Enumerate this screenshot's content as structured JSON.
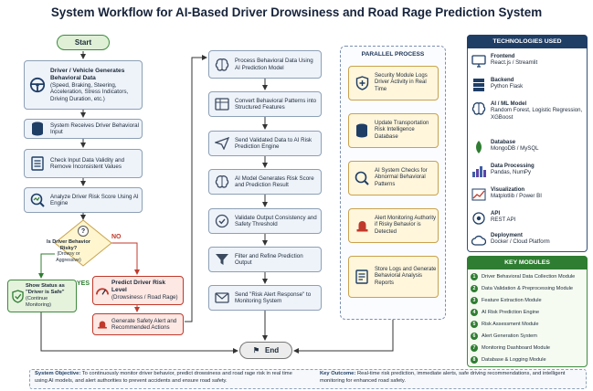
{
  "title": "System Workflow for AI-Based Driver Drowsiness and Road Rage Prediction System",
  "flow": {
    "start": "Start",
    "end": "End",
    "step1_title": "Driver / Vehicle Generates Behavioral Data",
    "step1_detail": "(Speed, Braking, Steering, Acceleration, Stress Indicators, Driving Duration, etc.)",
    "step2": "System Receives Driver Behavioral Input",
    "step3": "Check Input Data Validity and Remove Inconsistent Values",
    "step4": "Analyze Driver Risk Score Using AI Engine",
    "decision_title": "Is Driver Behavior Risky?",
    "decision_detail": "(Drowsy or Aggressive)",
    "yes_label": "YES",
    "no_label": "NO",
    "safe_title": "Show Status as \"Driver is Safe\"",
    "safe_detail": "(Continue Monitoring)",
    "predict_title": "Predict Driver Risk Level",
    "predict_detail": "(Drowsiness / Road Rage)",
    "alert": "Generate Safety Alert and Recommended Actions"
  },
  "middle": [
    {
      "text": "Process Behavioral Data Using AI Prediction Model",
      "icon": "brain-icon"
    },
    {
      "text": "Convert Behavioral Patterns into Structured Features",
      "icon": "feature-table-icon"
    },
    {
      "text": "Send Validated Data to AI Risk Prediction Engine",
      "icon": "send-icon"
    },
    {
      "text": "AI Model Generates Risk Score and Prediction Result",
      "icon": "brain-icon"
    },
    {
      "text": "Validate Output Consistency and Safety Threshold",
      "icon": "check-shield-icon"
    },
    {
      "text": "Filter and Refine Prediction Output",
      "icon": "filter-icon"
    },
    {
      "text": "Send \"Risk Alert Response\" to Monitoring System",
      "icon": "mail-icon"
    }
  ],
  "parallel": {
    "title": "PARALLEL PROCESS",
    "items": [
      {
        "text": "Security Module Logs Driver Activity in Real Time",
        "icon": "shield-plus-icon"
      },
      {
        "text": "Update Transportation Risk Intelligence Database",
        "icon": "database-icon"
      },
      {
        "text": "AI System Checks for Abnormal Behavioral Patterns",
        "icon": "search-icon"
      },
      {
        "text": "Alert Monitoring Authority if Risky Behavior is Detected",
        "icon": "siren-icon"
      },
      {
        "text": "Store Logs and Generate Behavioral Analysis Reports",
        "icon": "report-icon"
      }
    ]
  },
  "technologies": {
    "title": "TECHNOLOGIES USED",
    "items": [
      {
        "name": "Frontend",
        "detail": "React.js / Streamlit",
        "icon": "monitor-icon"
      },
      {
        "name": "Backend",
        "detail": "Python Flask",
        "icon": "server-icon"
      },
      {
        "name": "AI / ML Model",
        "detail": "Random Forest, Logistic Regression, XGBoost",
        "icon": "brain-icon"
      },
      {
        "name": "Database",
        "detail": "MongoDB / MySQL",
        "icon": "leaf-icon"
      },
      {
        "name": "Data Processing",
        "detail": "Pandas, NumPy",
        "icon": "bar-chart-icon"
      },
      {
        "name": "Visualization",
        "detail": "Matplotlib / Power BI",
        "icon": "line-chart-icon"
      },
      {
        "name": "API",
        "detail": "REST API",
        "icon": "api-gear-icon"
      },
      {
        "name": "Deployment",
        "detail": "Docker / Cloud Platform",
        "icon": "cloud-icon"
      }
    ]
  },
  "modules": {
    "title": "KEY MODULES",
    "items": [
      {
        "num": "1",
        "text": "Driver Behavioral Data Collection Module"
      },
      {
        "num": "2",
        "text": "Data Validation & Preprocessing Module"
      },
      {
        "num": "3",
        "text": "Feature Extraction Module"
      },
      {
        "num": "4",
        "text": "AI Risk Prediction Engine"
      },
      {
        "num": "5",
        "text": "Risk Assessment Module"
      },
      {
        "num": "6",
        "text": "Alert Generation System"
      },
      {
        "num": "7",
        "text": "Monitoring Dashboard Module"
      },
      {
        "num": "8",
        "text": "Database & Logging Module"
      }
    ]
  },
  "footer": {
    "objective_label": "System Objective:",
    "objective_text": "To continuously monitor driver behavior, predict drowsiness and road rage risk in real time using AI models, and alert authorities to prevent accidents and ensure road safety.",
    "outcome_label": "Key Outcome:",
    "outcome_text": "Real-time risk prediction, immediate alerts, safe driving recommendations, and intelligent monitoring for enhanced road safety."
  },
  "colors": {
    "navy": "#1f3e66",
    "green": "#2f7d32",
    "red": "#c0392b",
    "amber": "#c9a24c"
  }
}
